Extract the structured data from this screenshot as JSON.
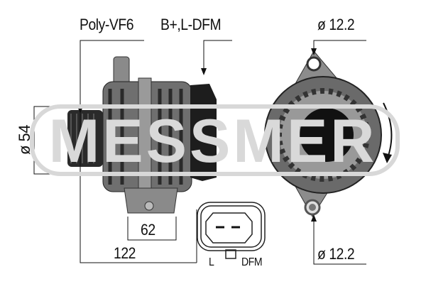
{
  "labels": {
    "pulley": "Poly-VF6",
    "connector": "B+,L-DFM",
    "top_hole": "ø 12.2",
    "bottom_hole": "ø 12.2",
    "pulley_diameter": "ø 54",
    "mount_width": "62",
    "total_length": "122"
  },
  "plug": {
    "left_pin": "L",
    "right_pin": "DFM"
  },
  "watermark": "MESSMER",
  "colors": {
    "line": "#111111",
    "watermark": "#d9d9d9",
    "body": "#7a7a7a"
  }
}
